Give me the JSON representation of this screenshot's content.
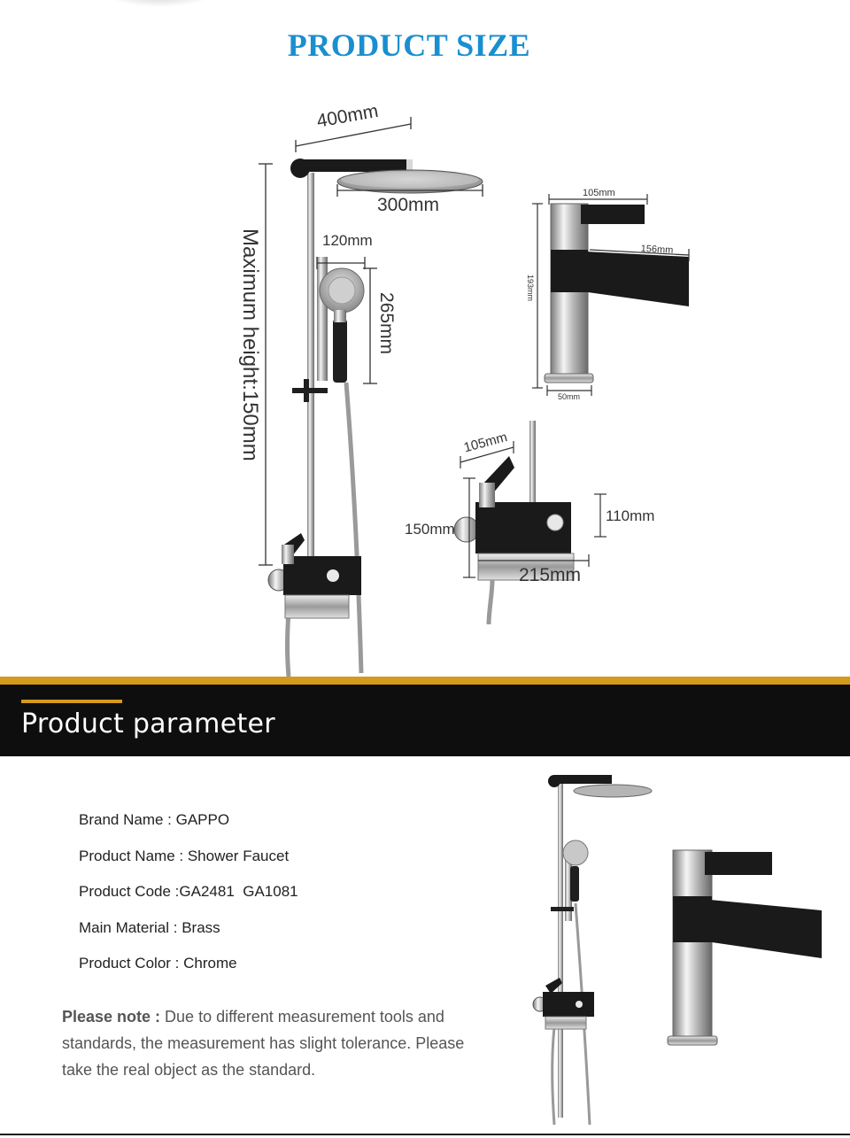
{
  "product_size": {
    "title": "PRODUCT SIZE",
    "shower_set": {
      "width_label": "400mm",
      "head_label": "300mm",
      "handheld_width_label": "120mm",
      "handheld_length_label": "265mm",
      "max_height_label": "Maximum height:150mm"
    },
    "basin_faucet": {
      "top_label": "105mm",
      "spout_label": "156mm",
      "height_label": "193mm",
      "base_label": "50mm"
    },
    "mixer": {
      "handle_label": "105mm",
      "height_label": "150mm",
      "body_label": "110mm",
      "spout_label": "215mm"
    }
  },
  "banner": {
    "title": "Product parameter"
  },
  "parameters": [
    "Brand Name : GAPPO",
    "Product Name : Shower Faucet",
    "Product Code :GA2481  GA1081",
    "Main Material : Brass",
    "Product Color : Chrome"
  ],
  "note": {
    "label": "Please note :",
    "text": " Due to different measurement tools and standards, the measurement has slight tolerance. Please take the real object as the standard."
  },
  "colors": {
    "title_blue": "#1a8fd0",
    "banner_gold": "#d49a1c",
    "banner_black": "#0e0e0e"
  }
}
